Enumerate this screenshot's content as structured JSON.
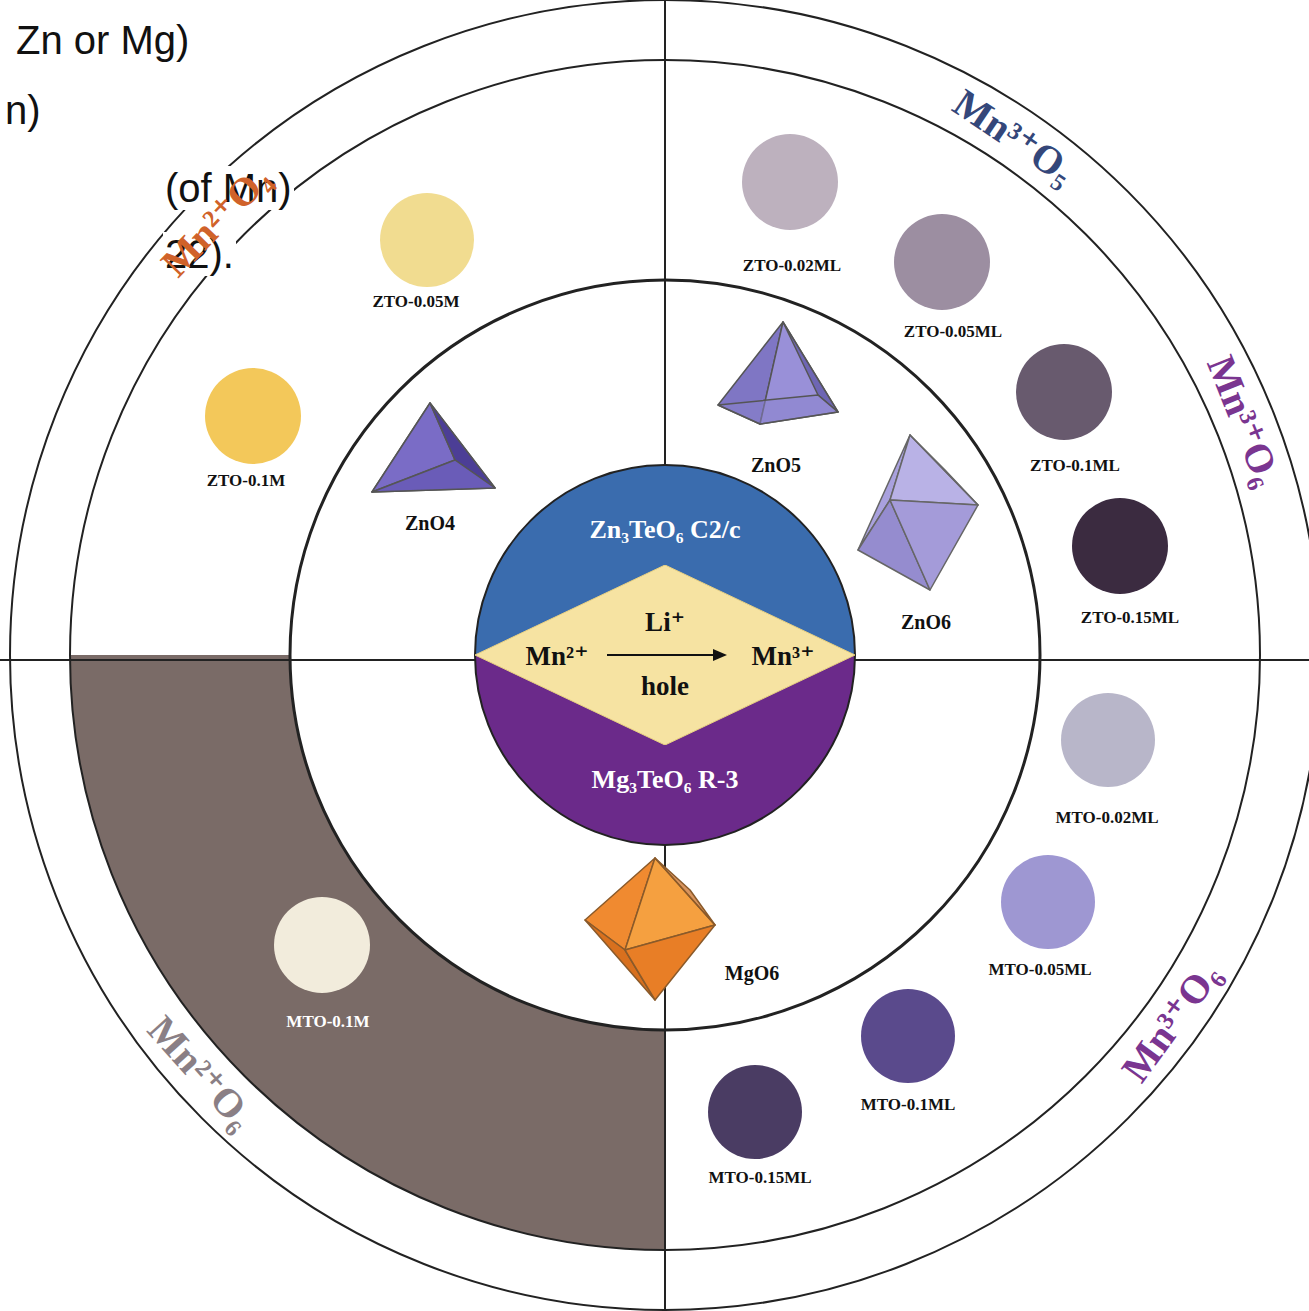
{
  "diagram": {
    "nodes": [
      {
        "text": [
          "Zn₃TeO₆ C2/c"
        ]
      },
      {
        "text": [
          "Mg₃TeO₆ R-3"
        ]
      },
      {
        "text": [
          "Mn²⁺",
          "Li⁺",
          "hole",
          "Mn³⁺"
        ]
      }
    ],
    "labels": [
      "Zn or Mg)",
      "n)",
      "(of Mn)",
      "22).",
      "Mn²⁺O₄",
      "Mn³⁺O₅",
      "ZTO-0.02ML",
      "ZTO-0.05M",
      "ZTO-0.05ML",
      "Mn³⁺O₆",
      "ZTO-0.1M",
      "ZnO4",
      "ZnO5",
      "ZTO-0.1ML",
      "ZnO6",
      "ZTO-0.15ML",
      "MTO-0.02ML",
      "MTO-0.1M",
      "MgO6",
      "MTO-0.05ML",
      "Mn²⁺O₆",
      "Mn³⁺O₆",
      "MTO-0.1ML",
      "MTO-0.15ML"
    ]
  }
}
